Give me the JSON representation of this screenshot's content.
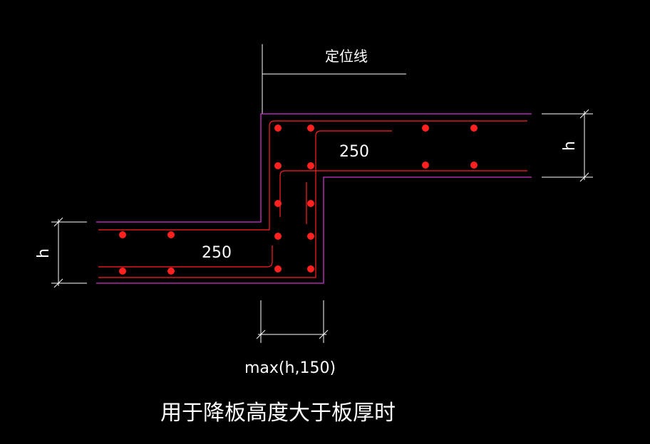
{
  "labels": {
    "positioning_line": "定位线",
    "dim_upper_slab": "250",
    "dim_lower_slab": "250",
    "dim_h_right": "h",
    "dim_h_left": "h",
    "dim_width": "max(h,150)",
    "caption": "用于降板高度大于板厚时"
  },
  "colors": {
    "background": "#000000",
    "slab_outline": "#cc33cc",
    "rebar": "#ff2020",
    "dimension": "#ffffff"
  }
}
